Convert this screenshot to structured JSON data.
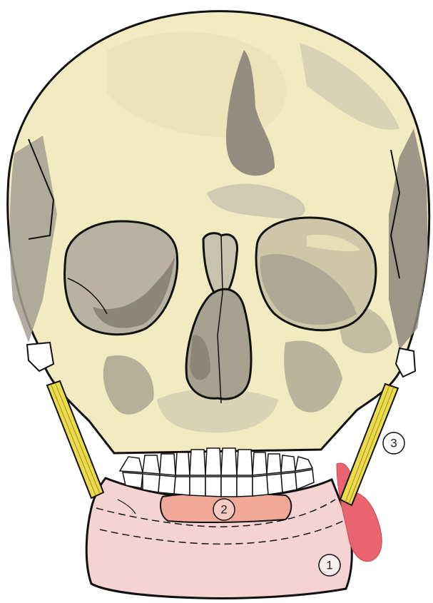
{
  "figure": {
    "callouts": [
      {
        "id": "1",
        "label": "1"
      },
      {
        "id": "2",
        "label": "2"
      },
      {
        "id": "3",
        "label": "3"
      }
    ]
  },
  "colors": {
    "bone": "#f2eac0",
    "bone_shadow": "#b3ab93",
    "bone_dark": "#8f877b",
    "outline": "#111111",
    "muscle_pink": "#f6d3d3",
    "pad_salmon": "#f0a898",
    "accent_red": "#e9646e",
    "ligament_yellow": "#ecdc4c"
  }
}
